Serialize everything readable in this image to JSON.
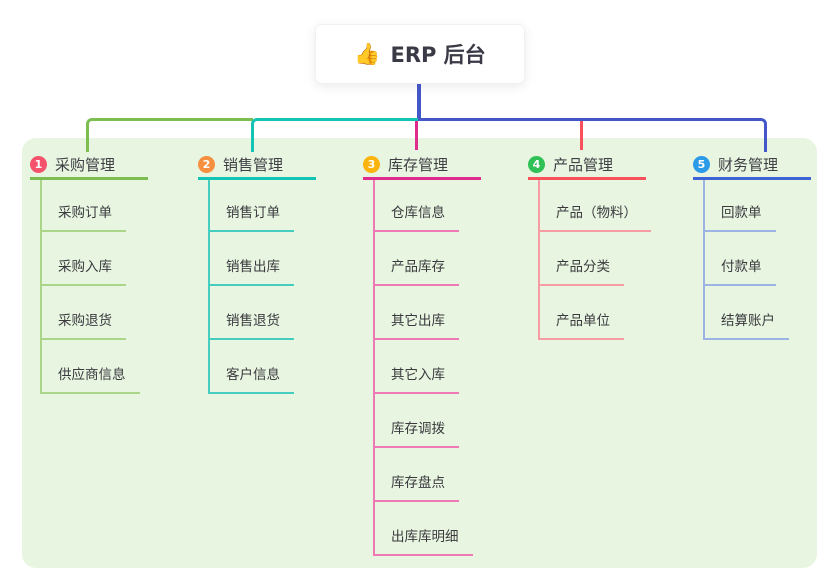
{
  "root": {
    "icon": "👍",
    "title": "ERP 后台"
  },
  "colors": {
    "canvas_bg": "#ffffff",
    "panel_bg": "#E7F5E1",
    "root_line": "#4457C8",
    "main_left_segment": "#7CBE4F",
    "main_mid_segment": "#13C3B4",
    "main_right_segment": "#4457C8",
    "inventory_drop": "#DF2A8E",
    "products_drop": "#F8515C",
    "finance_elbow": "#3E63D4",
    "root_text": "#3a3a46"
  },
  "branches": [
    {
      "index": "1",
      "label": "采购管理",
      "badge_color": "#F4536B",
      "line_color": "#7CBE4F",
      "light_color": "#ABD68A",
      "children": [
        "采购订单",
        "采购入库",
        "采购退货",
        "供应商信息"
      ]
    },
    {
      "index": "2",
      "label": "销售管理",
      "badge_color": "#F7903E",
      "line_color": "#13C3B4",
      "light_color": "#45CDC0",
      "children": [
        "销售订单",
        "销售出库",
        "销售退货",
        "客户信息"
      ]
    },
    {
      "index": "3",
      "label": "库存管理",
      "badge_color": "#FBB40E",
      "line_color": "#DF2A8E",
      "light_color": "#EE79B5",
      "children": [
        "仓库信息",
        "产品库存",
        "其它出库",
        "其它入库",
        "库存调拨",
        "库存盘点",
        "出库库明细"
      ]
    },
    {
      "index": "4",
      "label": "产品管理",
      "badge_color": "#2FC156",
      "line_color": "#F8515C",
      "light_color": "#F79CA2",
      "children": [
        "产品（物料）",
        "产品分类",
        "产品单位"
      ]
    },
    {
      "index": "5",
      "label": "财务管理",
      "badge_color": "#2B9BE8",
      "line_color": "#3E63D4",
      "light_color": "#9DB3E6",
      "children": [
        "回款单",
        "付款单",
        "结算账户"
      ]
    }
  ]
}
